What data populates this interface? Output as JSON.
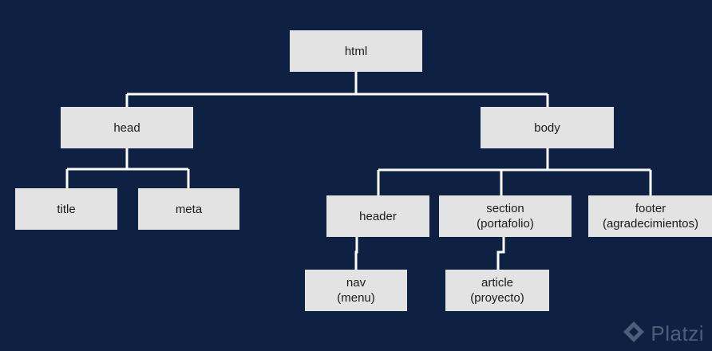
{
  "diagram": {
    "nodes": {
      "html": {
        "lines": [
          "html"
        ]
      },
      "head": {
        "lines": [
          "head"
        ]
      },
      "body": {
        "lines": [
          "body"
        ]
      },
      "title": {
        "lines": [
          "title"
        ]
      },
      "meta": {
        "lines": [
          "meta"
        ]
      },
      "header": {
        "lines": [
          "header"
        ]
      },
      "section": {
        "lines": [
          "section",
          "(portafolio)"
        ]
      },
      "footer": {
        "lines": [
          "footer",
          "(agradecimientos)"
        ]
      },
      "nav": {
        "lines": [
          "nav",
          "(menu)"
        ]
      },
      "article": {
        "lines": [
          "article",
          "(proyecto)"
        ]
      }
    },
    "edges": [
      [
        "html",
        "head"
      ],
      [
        "html",
        "body"
      ],
      [
        "head",
        "title"
      ],
      [
        "head",
        "meta"
      ],
      [
        "body",
        "header"
      ],
      [
        "body",
        "section"
      ],
      [
        "body",
        "footer"
      ],
      [
        "header",
        "nav"
      ],
      [
        "section",
        "article"
      ]
    ]
  },
  "watermark": {
    "text": "Platzi",
    "color": "#c8d0dc"
  },
  "colors": {
    "background": "#0e2143",
    "node_fill": "#e3e3e3",
    "connector": "#ffffff"
  }
}
